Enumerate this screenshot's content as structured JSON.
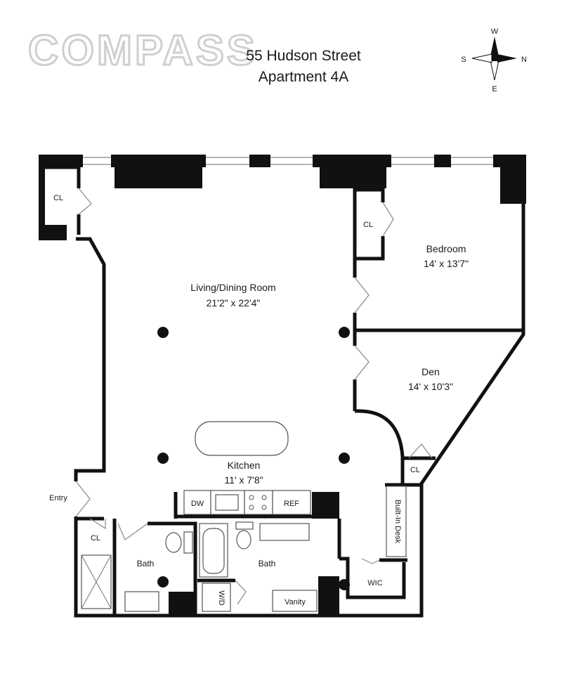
{
  "header": {
    "logo": "COMPASS",
    "address": "55 Hudson Street",
    "unit": "Apartment 4A"
  },
  "compass_rose": {
    "w": "W",
    "s": "S",
    "n": "N",
    "e": "E"
  },
  "rooms": {
    "living": {
      "name": "Living/Dining Room",
      "dims": "21'2\" x 22'4\""
    },
    "bedroom": {
      "name": "Bedroom",
      "dims": "14' x 13'7\""
    },
    "den": {
      "name": "Den",
      "dims": "14' x 10'3\""
    },
    "kitchen": {
      "name": "Kitchen",
      "dims": "11' x 7'8\""
    }
  },
  "labels": {
    "cl": "CL",
    "entry": "Entry",
    "bath": "Bath",
    "dw": "DW",
    "ref": "REF",
    "wd": "W/D",
    "vanity": "Vanity",
    "wic": "WIC",
    "built_in_desk": "Built-In Desk"
  }
}
